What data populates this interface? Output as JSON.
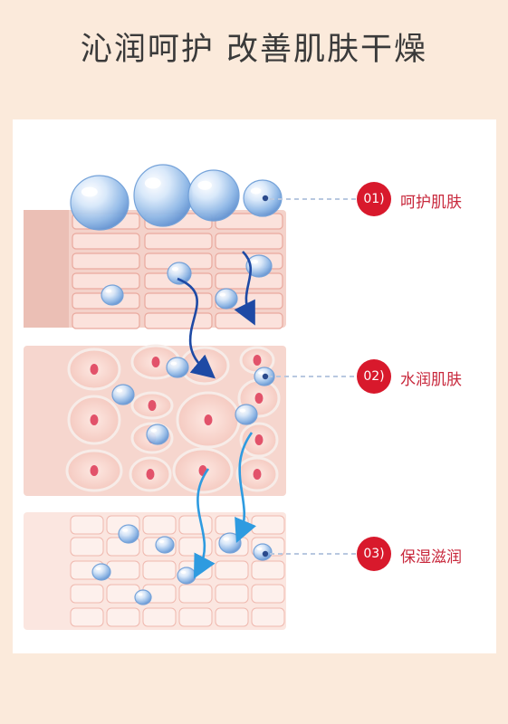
{
  "title": "沁润呵护 改善肌肤干燥",
  "layers": [
    {
      "id": "01",
      "badge": "01)",
      "label": "呵护肌肤"
    },
    {
      "id": "02",
      "badge": "02)",
      "label": "水润肌肤"
    },
    {
      "id": "03",
      "badge": "03)",
      "label": "保湿滋润"
    }
  ],
  "colors": {
    "background": "#fbeadb",
    "accent_red": "#d8192c",
    "label_red": "#c8283c",
    "cell_fill": "#f8d9d2",
    "cell_nucleus": "#e2526a",
    "droplet_blue": "#8cb6e6",
    "arrow_dark_blue": "#1e4aa5",
    "arrow_light_blue": "#2e9be0",
    "dashed_line": "#b8c8e0"
  }
}
